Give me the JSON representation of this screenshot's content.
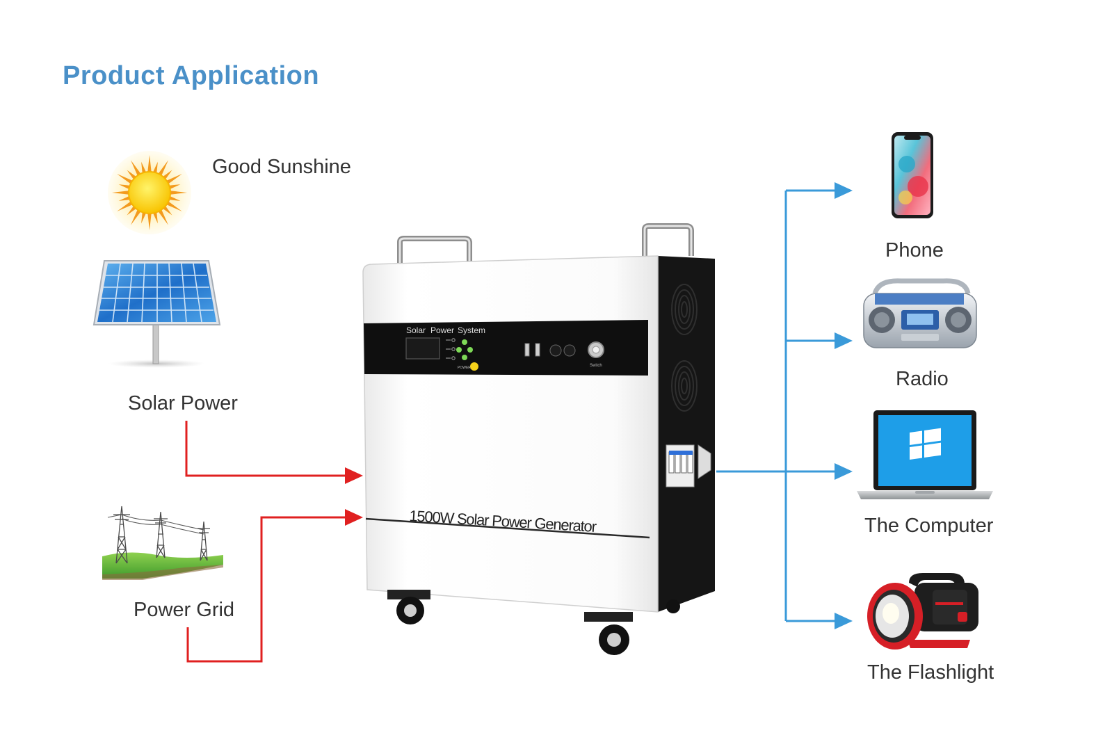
{
  "heading": {
    "title": "Product Application"
  },
  "sources": {
    "sunshine": {
      "label": "Good Sunshine",
      "icon": "sun-icon"
    },
    "solar": {
      "label": "Solar Power",
      "icon": "solar-panel-icon"
    },
    "grid": {
      "label": "Power Grid",
      "icon": "power-grid-icon"
    }
  },
  "generator": {
    "panel_text": [
      "Solar",
      "Power",
      "System"
    ],
    "switch_text": "Switch",
    "power_text": "POWER",
    "model_text": "1500W Solar Power Generator"
  },
  "devices": [
    {
      "label": "Phone",
      "icon": "phone-icon"
    },
    {
      "label": "Radio",
      "icon": "radio-icon"
    },
    {
      "label": "The Computer",
      "icon": "laptop-icon"
    },
    {
      "label": "The Flashlight",
      "icon": "flashlight-icon"
    }
  ],
  "colors": {
    "title": "#4a90c8",
    "input_arrow": "#e02020",
    "output_arrow": "#3a9ad9",
    "text": "#333333"
  }
}
